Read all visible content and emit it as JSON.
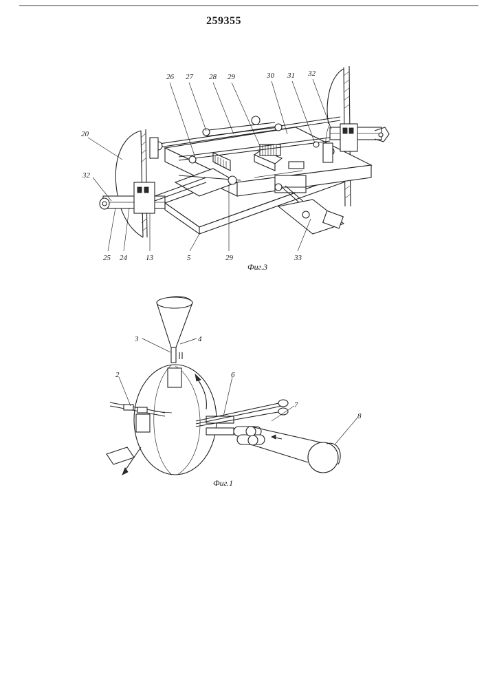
{
  "document": {
    "patent_number": "259355"
  },
  "figure3": {
    "caption": "Фиг.3",
    "labels": {
      "l26": "26",
      "l27": "27",
      "l28": "28",
      "l29_top": "29",
      "l30": "30",
      "l31": "31",
      "l32_right": "32",
      "l20": "20",
      "l32_left": "32",
      "l25": "25",
      "l24": "24",
      "l13": "13",
      "l5": "5",
      "l29_bottom": "29",
      "l33": "33"
    }
  },
  "figure1": {
    "caption": "Фиг.1",
    "labels": {
      "l3": "3",
      "l4": "4",
      "l2": "2",
      "l6": "6",
      "l7": "7",
      "l8": "8"
    }
  },
  "colors": {
    "ink": "#1f1f1f",
    "paper": "#ffffff"
  }
}
